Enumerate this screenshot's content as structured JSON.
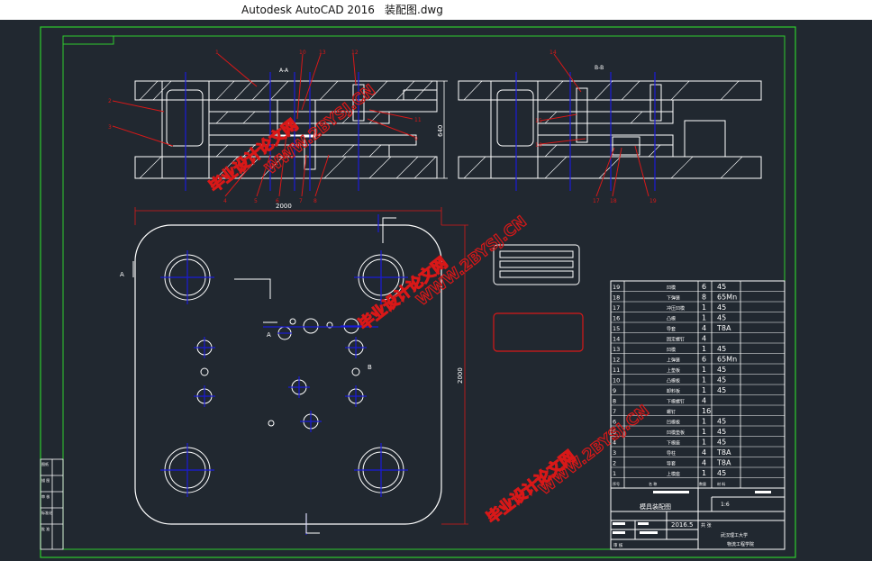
{
  "app": {
    "title": "Autodesk AutoCAD 2016",
    "file": "装配图.dwg"
  },
  "colors": {
    "background": "#212830",
    "frame": "#2ecc2e",
    "geometry": "#ffffff",
    "centerline": "#1b1bd8",
    "leader": "#d81818"
  },
  "drawing": {
    "section_a": "A-A",
    "section_b": "B-B",
    "view_a": "A",
    "view_b": "B",
    "dim_height": "640",
    "dim_width": "2000",
    "dim_depth": "2000",
    "callouts_left": [
      "1",
      "2",
      "3",
      "4",
      "5",
      "6",
      "7",
      "8",
      "9",
      "11",
      "12",
      "13",
      "10"
    ],
    "callouts_right": [
      "14",
      "15",
      "16",
      "17",
      "18",
      "19"
    ]
  },
  "watermarks": [
    "毕业设计论文网",
    "WWW.2BYSJ.CN"
  ],
  "bom": {
    "header": [
      "序号",
      "名 称",
      "数量",
      "材 料"
    ],
    "rows": [
      {
        "no": "19",
        "name": "凹模",
        "qty": "6",
        "mat": "45"
      },
      {
        "no": "18",
        "name": "下弹簧",
        "qty": "8",
        "mat": "65Mn"
      },
      {
        "no": "17",
        "name": "冲压凹模",
        "qty": "1",
        "mat": "45"
      },
      {
        "no": "16",
        "name": "凸模",
        "qty": "1",
        "mat": "45"
      },
      {
        "no": "15",
        "name": "导套",
        "qty": "4",
        "mat": "T8A"
      },
      {
        "no": "14",
        "name": "固定螺钉",
        "qty": "4",
        "mat": ""
      },
      {
        "no": "13",
        "name": "凹模",
        "qty": "1",
        "mat": "45"
      },
      {
        "no": "12",
        "name": "上弹簧",
        "qty": "6",
        "mat": "65Mn"
      },
      {
        "no": "11",
        "name": "上垫板",
        "qty": "1",
        "mat": "45"
      },
      {
        "no": "10",
        "name": "凸模板",
        "qty": "1",
        "mat": "45"
      },
      {
        "no": "9",
        "name": "卸料板",
        "qty": "1",
        "mat": "45"
      },
      {
        "no": "8",
        "name": "下模螺钉",
        "qty": "4",
        "mat": ""
      },
      {
        "no": "7",
        "name": "螺钉",
        "qty": "16",
        "mat": ""
      },
      {
        "no": "6",
        "name": "凹模板",
        "qty": "1",
        "mat": "45"
      },
      {
        "no": "5",
        "name": "凹模垫板",
        "qty": "1",
        "mat": "45"
      },
      {
        "no": "4",
        "name": "下模座",
        "qty": "1",
        "mat": "45"
      },
      {
        "no": "3",
        "name": "导柱",
        "qty": "4",
        "mat": "T8A"
      },
      {
        "no": "2",
        "name": "导套",
        "qty": "4",
        "mat": "T8A"
      },
      {
        "no": "1",
        "name": "上模座",
        "qty": "1",
        "mat": "45"
      }
    ]
  },
  "titleblock": {
    "name": "模具装配图",
    "scale": "1:6",
    "date": "2016.5",
    "pages": "共 张",
    "school": "武汉理工大学",
    "college": "物流工程学院",
    "review": "审 核"
  },
  "sideblock": [
    "图纸",
    "描 图",
    "审 核",
    "标准化",
    "批 准"
  ]
}
